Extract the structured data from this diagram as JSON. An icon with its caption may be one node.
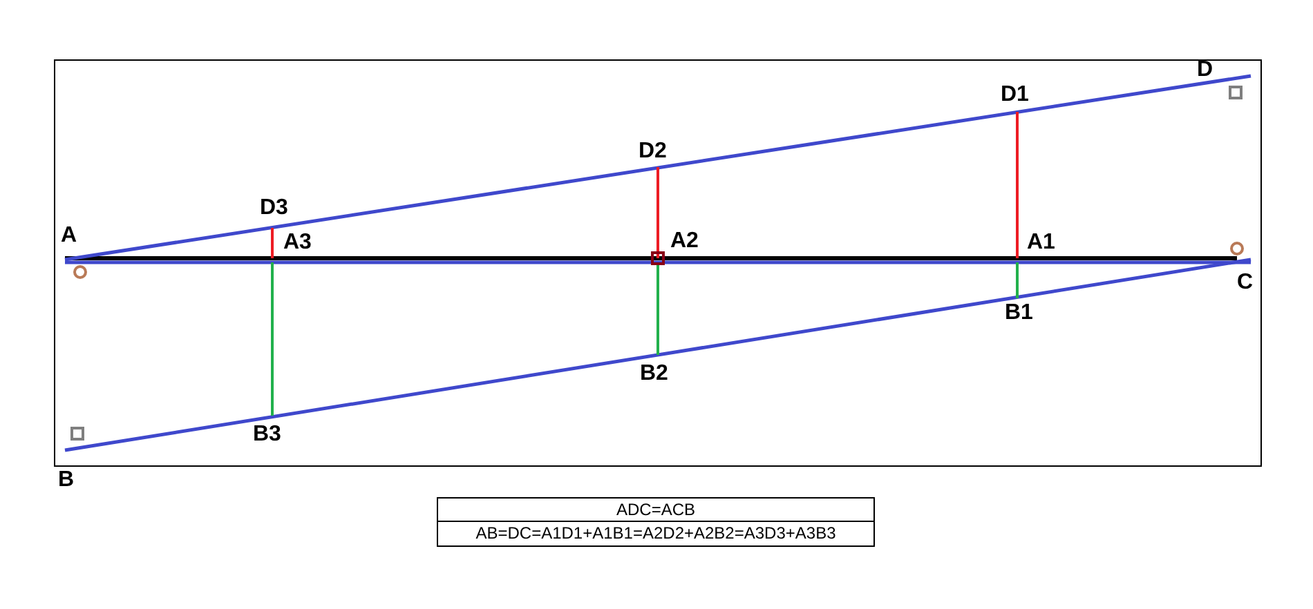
{
  "diagram": {
    "labels": [
      "D",
      "D1",
      "D2",
      "D3",
      "A",
      "A3",
      "A2",
      "A1",
      "C",
      "B1",
      "B2",
      "B3",
      "B",
      "ADC=ACB",
      "AB=DC=A1D1+A1B1=A2D2+A2B2=A3D3+A3B3"
    ]
  }
}
